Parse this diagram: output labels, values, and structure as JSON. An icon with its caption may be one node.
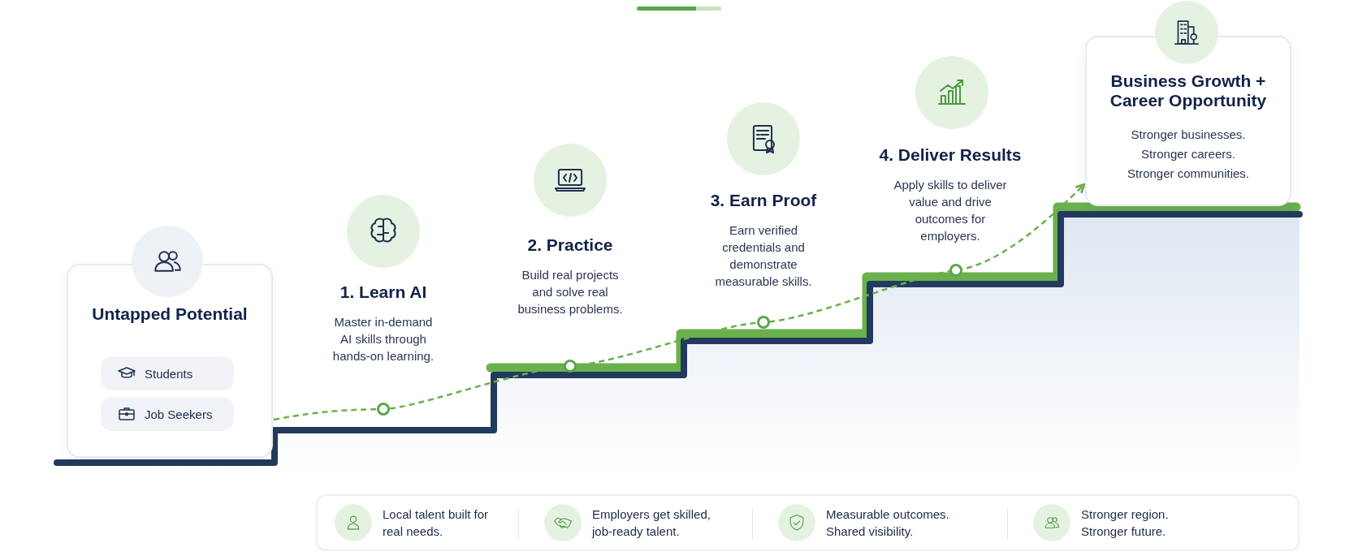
{
  "diagram": {
    "nodes": [
      {
        "text": [
          "Untapped Potential"
        ]
      },
      {
        "text": [
          "Students"
        ],
        "in": 0
      },
      {
        "text": [
          "Job Seekers"
        ],
        "in": 0
      },
      {
        "text": [
          "1. Learn AI",
          "Master in-demand AI skills through hands-on learning."
        ]
      },
      {
        "text": [
          "2. Practice",
          "Build real projects and solve real business problems."
        ]
      },
      {
        "text": [
          "3. Earn Proof",
          "Earn verified credentials and demonstrate measurable skills."
        ]
      },
      {
        "text": [
          "4. Deliver Results",
          "Apply skills to deliver value and drive outcomes for employers."
        ]
      },
      {
        "text": [
          "Business Growth + Career Opportunity",
          "Stronger businesses. Stronger careers. Stronger communities."
        ]
      }
    ],
    "edges": [
      {
        "from": 0,
        "to": 7,
        "arrow": "to",
        "style": "dashed",
        "color": "#6ab04c"
      }
    ],
    "labels": [
      "Local talent built for real needs.",
      "Employers get skilled, job-ready talent.",
      "Measurable outcomes. Shared visibility.",
      "Stronger region. Stronger future."
    ]
  }
}
